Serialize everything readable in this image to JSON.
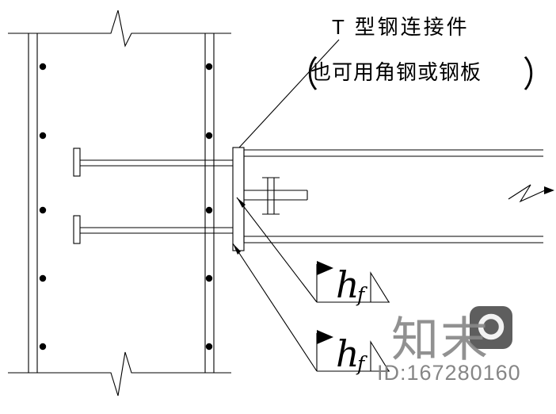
{
  "title": {
    "line1": "T 型钢连接件",
    "subtitle_open": "（",
    "subtitle_text": "也可用角钢或钢板",
    "subtitle_close": "）"
  },
  "weld_symbols": [
    {
      "main": "h",
      "sub": "f"
    },
    {
      "main": "h",
      "sub": "f"
    }
  ],
  "watermark": {
    "brand_text": "知末",
    "id_text": "ID:167280160"
  },
  "colors": {
    "line": "#000000",
    "background": "#ffffff",
    "watermark_gray": "#888888",
    "logo_dark": "#3a3a3a"
  }
}
